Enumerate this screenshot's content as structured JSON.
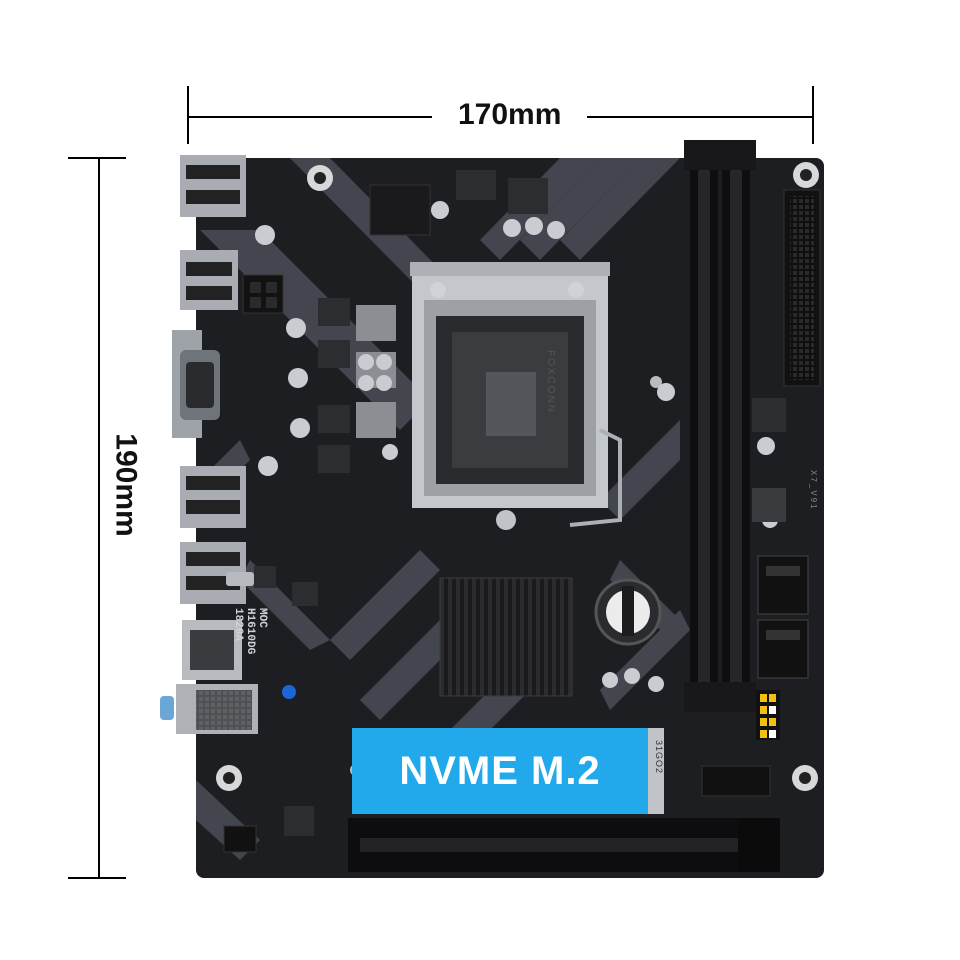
{
  "dimensions": {
    "width_label": "170mm",
    "height_label": "190mm"
  },
  "board": {
    "callout_label": "NVME M.2",
    "chipset_marking": [
      "MOC",
      "H1610DG",
      "1820A"
    ],
    "socket_brand": "FOXCONN",
    "m2_slot_mark": "31GO2",
    "pcb_mark": "X7_V91"
  },
  "colors": {
    "pcb": "#1d1e21",
    "callout": "#22a9ec",
    "stripe": "#4c5058",
    "dim_line": "#000000"
  }
}
